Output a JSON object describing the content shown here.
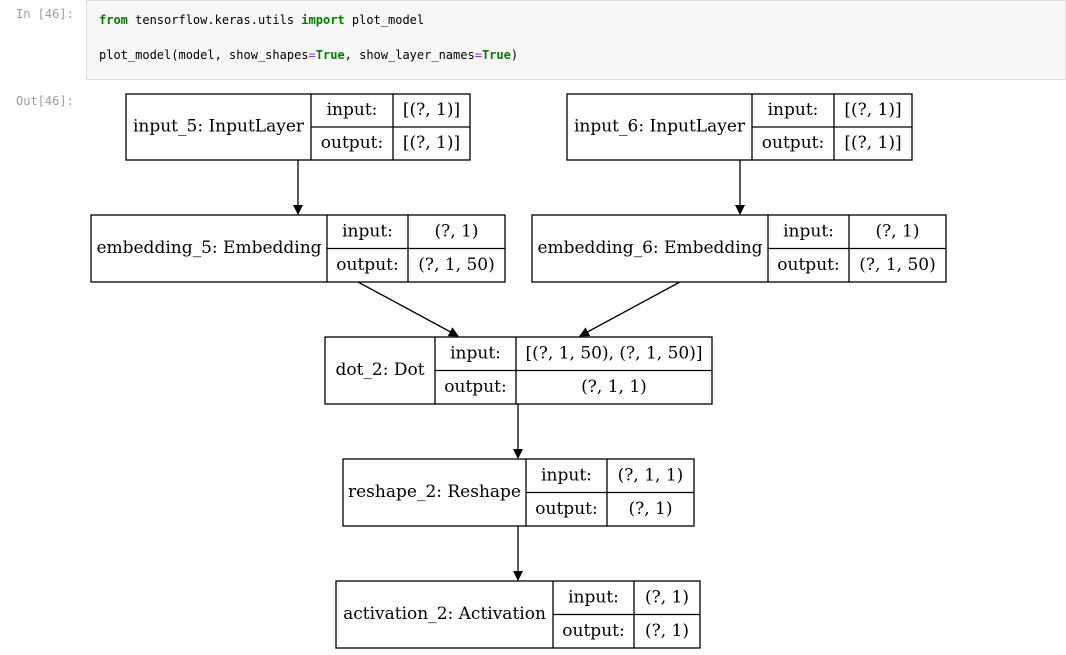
{
  "cell": {
    "in_prompt": "In [46]:",
    "out_prompt": "Out[46]:",
    "code": {
      "line1": {
        "kw_from": "from",
        "module": " tensorflow.keras.utils ",
        "kw_import": "import",
        "name": " plot_model"
      },
      "line2": {
        "call": "plot_model(model, show_shapes",
        "eq1": "=",
        "true1": "True",
        "mid": ", show_layer_names",
        "eq2": "=",
        "true2": "True",
        "close": ")"
      }
    }
  },
  "graph": {
    "nodes": [
      {
        "id": "input_5",
        "name": "input_5: InputLayer",
        "input_label": "input:",
        "input_value": "[(?, 1)]",
        "output_label": "output:",
        "output_value": "[(?, 1)]"
      },
      {
        "id": "input_6",
        "name": "input_6: InputLayer",
        "input_label": "input:",
        "input_value": "[(?, 1)]",
        "output_label": "output:",
        "output_value": "[(?, 1)]"
      },
      {
        "id": "embedding_5",
        "name": "embedding_5: Embedding",
        "input_label": "input:",
        "input_value": "(?, 1)",
        "output_label": "output:",
        "output_value": "(?, 1, 50)"
      },
      {
        "id": "embedding_6",
        "name": "embedding_6: Embedding",
        "input_label": "input:",
        "input_value": "(?, 1)",
        "output_label": "output:",
        "output_value": "(?, 1, 50)"
      },
      {
        "id": "dot_2",
        "name": "dot_2: Dot",
        "input_label": "input:",
        "input_value": "[(?, 1, 50), (?, 1, 50)]",
        "output_label": "output:",
        "output_value": "(?, 1, 1)"
      },
      {
        "id": "reshape_2",
        "name": "reshape_2: Reshape",
        "input_label": "input:",
        "input_value": "(?, 1, 1)",
        "output_label": "output:",
        "output_value": "(?, 1)"
      },
      {
        "id": "activation_2",
        "name": "activation_2: Activation",
        "input_label": "input:",
        "input_value": "(?, 1)",
        "output_label": "output:",
        "output_value": "(?, 1)"
      }
    ],
    "edges": [
      {
        "from": "input_5",
        "to": "embedding_5"
      },
      {
        "from": "input_6",
        "to": "embedding_6"
      },
      {
        "from": "embedding_5",
        "to": "dot_2"
      },
      {
        "from": "embedding_6",
        "to": "dot_2"
      },
      {
        "from": "dot_2",
        "to": "reshape_2"
      },
      {
        "from": "reshape_2",
        "to": "activation_2"
      }
    ]
  }
}
